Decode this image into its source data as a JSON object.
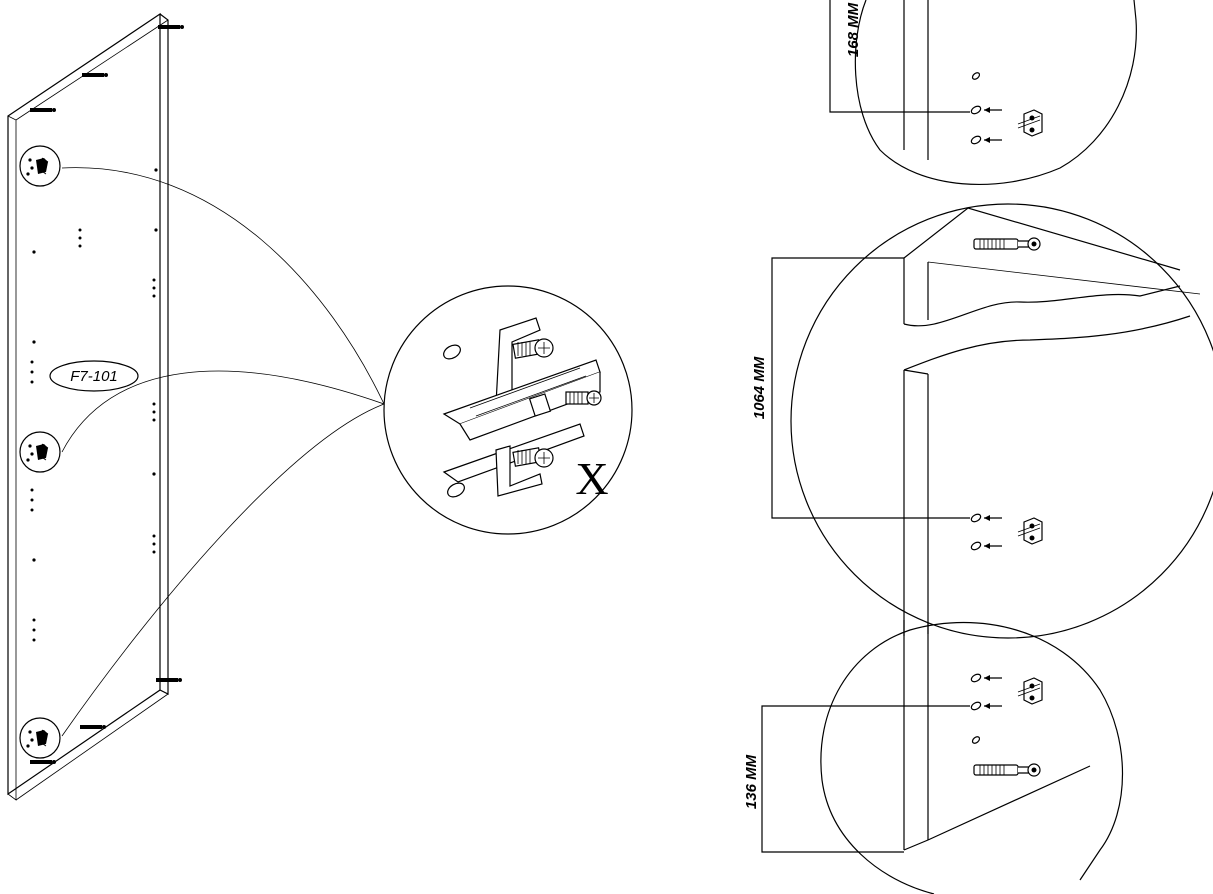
{
  "panel": {
    "part_code": "F7-101"
  },
  "detail": {
    "hardware_mark": "X"
  },
  "dimensions": {
    "top": "168 MM",
    "middle": "1064 MM",
    "bottom": "136 MM"
  }
}
